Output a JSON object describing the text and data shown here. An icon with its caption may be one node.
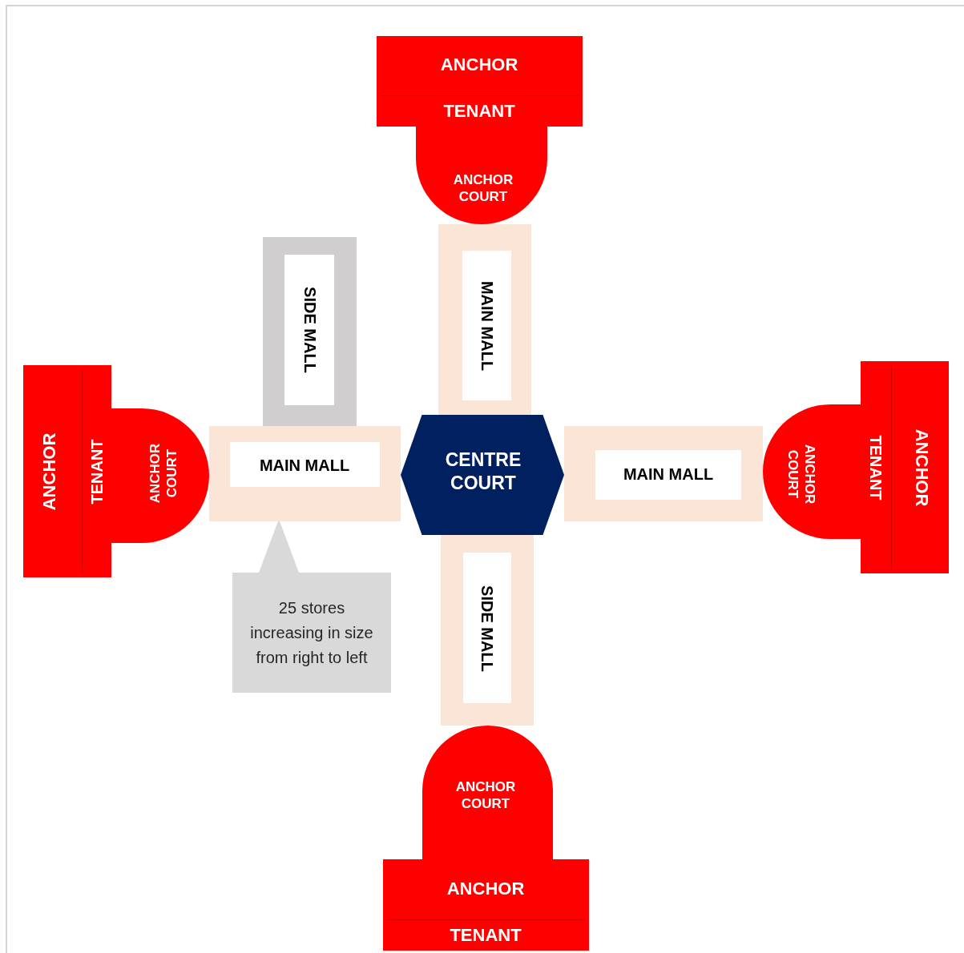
{
  "diagram": {
    "nodes": [
      {
        "text": [
          "ANCHOR",
          "TENANT"
        ]
      },
      {
        "text": [
          "ANCHOR COURT"
        ]
      },
      {
        "text": [
          "MAIN MALL"
        ]
      },
      {
        "text": [
          "SIDE MALL"
        ]
      },
      {
        "text": [
          "ANCHOR",
          "TENANT"
        ]
      },
      {
        "text": [
          "ANCHOR COURT"
        ]
      },
      {
        "text": [
          "MAIN MALL"
        ]
      },
      {
        "text": [
          "CENTRE COURT"
        ]
      },
      {
        "text": [
          "MAIN MALL"
        ]
      },
      {
        "text": [
          "ANCHOR COURT"
        ]
      },
      {
        "text": [
          "ANCHOR",
          "TENANT"
        ]
      },
      {
        "text": [
          "25 stores increasing in size from right to left"
        ]
      },
      {
        "text": [
          "SIDE MALL"
        ]
      },
      {
        "text": [
          "ANCHOR COURT"
        ]
      },
      {
        "text": [
          "ANCHOR",
          "TENANT"
        ]
      }
    ]
  }
}
